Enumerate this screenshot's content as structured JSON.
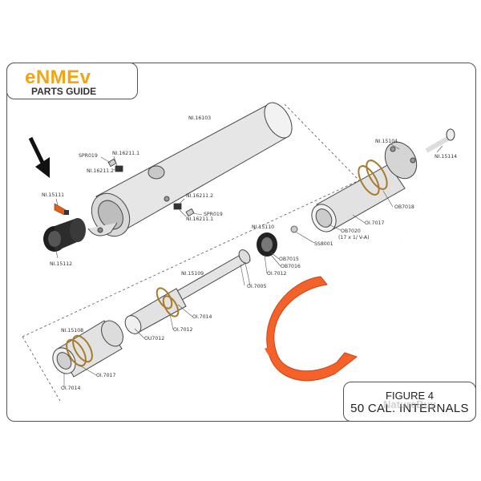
{
  "logo": {
    "brand": "eNMEv",
    "subtitle": "PARTS GUIDE"
  },
  "figure": {
    "title": "FIGURE 4",
    "subtitle": "50 CAL. INTERNALS"
  },
  "watermark": "NatureBuy",
  "parts": {
    "ni16103": "NI.16103",
    "spr019_a": "SPR019",
    "ni16211_1_a": "NI.16211.1",
    "ni16211_2_a": "NI.16211.2",
    "ni16211_2_b": "NI.16211.2",
    "spr019_b": "SPR019",
    "ni16211_1_b": "NI.16211.1",
    "ni15111": "NI.15111",
    "ni15112": "NI.15112",
    "ni15104": "NI.15104",
    "ni15114": "NI.15114",
    "ob7018": "OB7018",
    "oi7017_top": "OI.7017",
    "ob7020": "OB7020",
    "ob7020_note": "(17 x 1/ V-A)",
    "ss8001": "SS8001",
    "ni15110": "NI.15110",
    "ob7015": "OB7015",
    "ob7016": "OB7016",
    "oi7012_mid": "OI.7012",
    "ni15109": "NI.15109",
    "oi7005": "OI.7005",
    "oi7014_mid": "OI.7014",
    "oi7012_b": "OI.7012",
    "ou7012": "OU7012",
    "ni15108": "NI.15108",
    "oi7017_bot": "OI.7017",
    "oi7014_bot": "OI.7014"
  },
  "colors": {
    "accent_orange": "#f0a514",
    "part_orange": "#f4622a",
    "metal": "#dcdcdc",
    "outline": "#444444"
  }
}
